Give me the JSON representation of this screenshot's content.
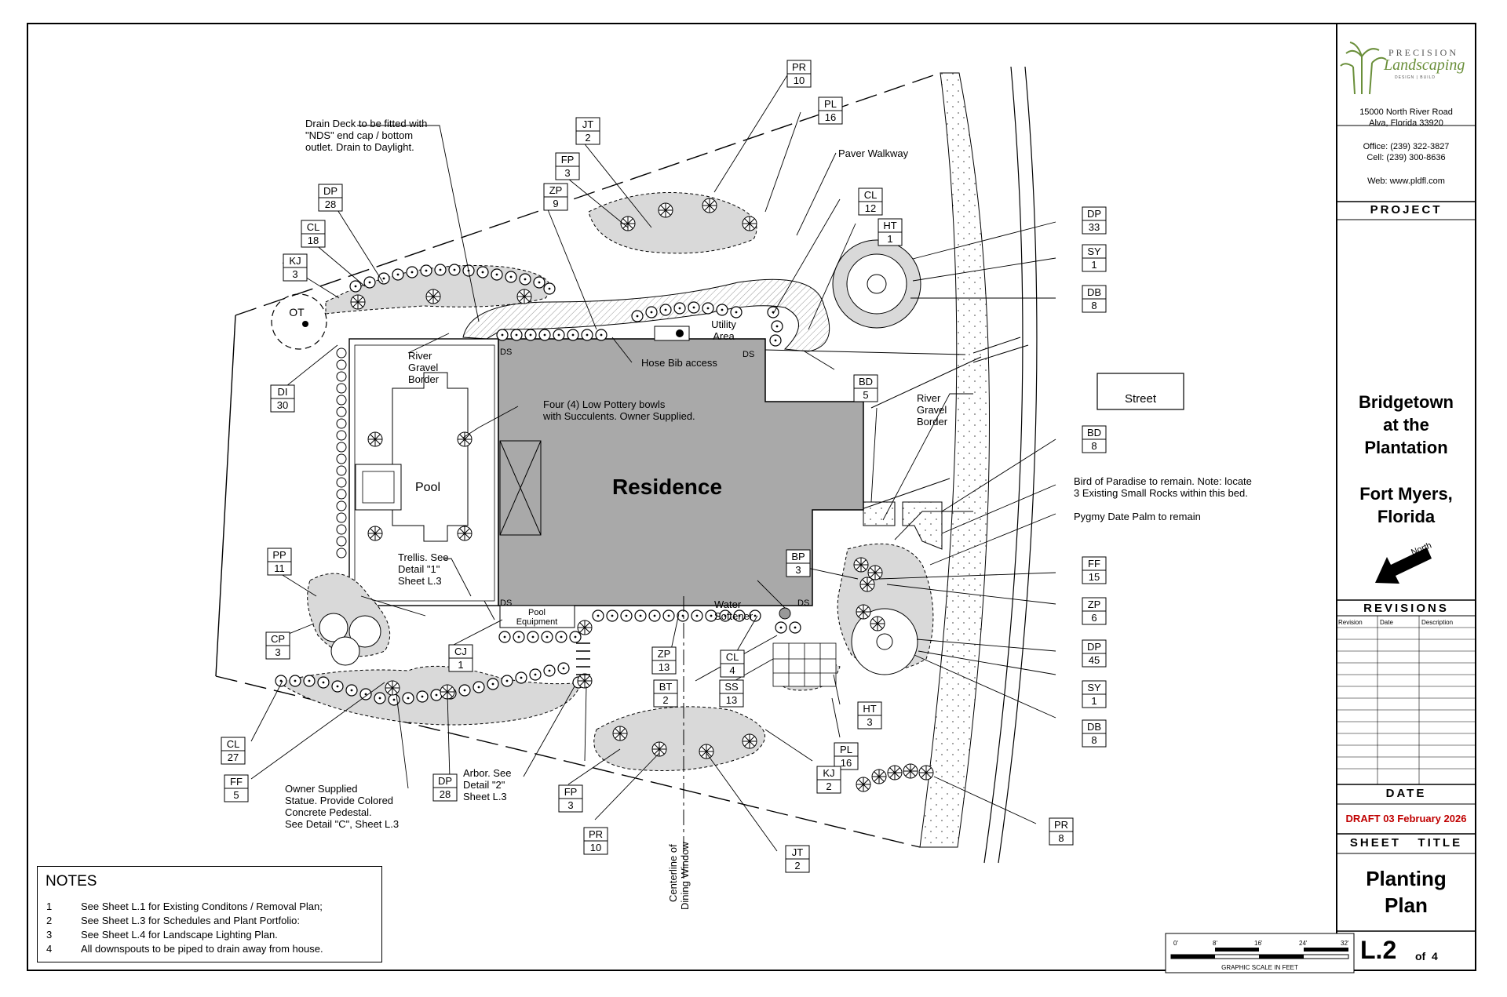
{
  "plan": {
    "residence_label": "Residence",
    "pool_label": "Pool",
    "street_label": "Street",
    "ot_label": "OT",
    "ds_label": "DS",
    "utility_area": [
      "Utility",
      "Area"
    ],
    "pool_equipment": [
      "Pool",
      "Equipment"
    ],
    "water_softener": [
      "Water",
      "Softener"
    ],
    "river_gravel_left": [
      "River",
      "Gravel",
      "Border"
    ],
    "river_gravel_right": [
      "River",
      "Gravel",
      "Border"
    ],
    "paver_walkway": "Paver Walkway",
    "hose_bib": "Hose Bib access",
    "drain_deck": [
      "Drain Deck to be fitted with",
      "\"NDS\" end cap / bottom",
      "outlet. Drain to Daylight."
    ],
    "pottery": [
      "Four (4) Low Pottery bowls",
      "with Succulents. Owner Supplied."
    ],
    "trellis": [
      "Trellis. See",
      "Detail \"1\"",
      "Sheet L.3"
    ],
    "arbor": [
      "Arbor. See",
      "Detail \"2\"",
      "Sheet L.3"
    ],
    "statue": [
      "Owner Supplied",
      "Statue. Provide Colored",
      "Concrete Pedestal.",
      "See Detail \"C\", Sheet L.3"
    ],
    "bird_of_paradise": [
      "Bird of Paradise to remain. Note: locate",
      "3 Existing Small Rocks within this bed."
    ],
    "pygmy_palm": "Pygmy Date Palm to remain",
    "centerline": [
      "Centerline of",
      "Dining Window"
    ],
    "scale_ticks": [
      "0'",
      "8'",
      "16'",
      "24'",
      "32'"
    ],
    "scale_label": "GRAPHIC SCALE IN FEET",
    "plant_tags": [
      {
        "code": "PR",
        "qty": "10"
      },
      {
        "code": "PL",
        "qty": "16"
      },
      {
        "code": "JT",
        "qty": "2"
      },
      {
        "code": "FP",
        "qty": "3"
      },
      {
        "code": "ZP",
        "qty": "9"
      },
      {
        "code": "DP",
        "qty": "28"
      },
      {
        "code": "CL",
        "qty": "18"
      },
      {
        "code": "KJ",
        "qty": "3"
      },
      {
        "code": "CL",
        "qty": "12"
      },
      {
        "code": "HT",
        "qty": "1"
      },
      {
        "code": "DP",
        "qty": "33"
      },
      {
        "code": "SY",
        "qty": "1"
      },
      {
        "code": "DB",
        "qty": "8"
      },
      {
        "code": "BD",
        "qty": "5"
      },
      {
        "code": "DI",
        "qty": "30"
      },
      {
        "code": "BD",
        "qty": "8"
      },
      {
        "code": "PP",
        "qty": "11"
      },
      {
        "code": "BP",
        "qty": "3"
      },
      {
        "code": "FF",
        "qty": "15"
      },
      {
        "code": "ZP",
        "qty": "6"
      },
      {
        "code": "DP",
        "qty": "45"
      },
      {
        "code": "CP",
        "qty": "3"
      },
      {
        "code": "CJ",
        "qty": "1"
      },
      {
        "code": "ZP",
        "qty": "13"
      },
      {
        "code": "CL",
        "qty": "4"
      },
      {
        "code": "SY",
        "qty": "1"
      },
      {
        "code": "BT",
        "qty": "2"
      },
      {
        "code": "SS",
        "qty": "13"
      },
      {
        "code": "HT",
        "qty": "3"
      },
      {
        "code": "DB",
        "qty": "8"
      },
      {
        "code": "CL",
        "qty": "27"
      },
      {
        "code": "FF",
        "qty": "5"
      },
      {
        "code": "PL",
        "qty": "16"
      },
      {
        "code": "KJ",
        "qty": "2"
      },
      {
        "code": "DP",
        "qty": "28"
      },
      {
        "code": "FP",
        "qty": "3"
      },
      {
        "code": "PR",
        "qty": "10"
      },
      {
        "code": "PR",
        "qty": "8"
      },
      {
        "code": "JT",
        "qty": "2"
      }
    ]
  },
  "notes": {
    "title": "NOTES",
    "items": [
      {
        "num": "1",
        "text": "See Sheet L.1 for Existing Conditons / Removal Plan;"
      },
      {
        "num": "2",
        "text": "See Sheet L.3 for Schedules and Plant Portfolio:"
      },
      {
        "num": "3",
        "text": "See Sheet L.4 for Landscape Lighting Plan."
      },
      {
        "num": "4",
        "text": "All downspouts to be piped to drain away from house."
      }
    ]
  },
  "title_block": {
    "company_line1": "PRECISION",
    "company_line2": "Landscaping",
    "company_tagline": "DESIGN | BUILD",
    "address1": "15000 North River Road",
    "address2": "Alva, Florida  33920",
    "office": "Office: (239) 322-3827",
    "cell": "Cell: (239) 300-8636",
    "web": "Web: www.pldfl.com",
    "project_heading": "PROJECT",
    "project_name": [
      "Bridgetown",
      "at the",
      "Plantation"
    ],
    "project_city": [
      "Fort Myers,",
      "Florida"
    ],
    "north_label": "North",
    "revisions_heading": "REVISIONS",
    "revision_columns": [
      "Revision",
      "Date",
      "Description"
    ],
    "date_heading": "DATE",
    "date_value": "DRAFT 03 February 2026",
    "sheet_title_heading": "SHEET   TITLE",
    "sheet_title": [
      "Planting",
      "Plan"
    ],
    "sheet_number": "L.2",
    "sheet_of": "of  4"
  },
  "colors": {
    "residence_fill": "#a9a9a9",
    "bed_fill": "#d9d9d9",
    "date_red": "#c00000",
    "logo_green": "#6a8f3a"
  }
}
